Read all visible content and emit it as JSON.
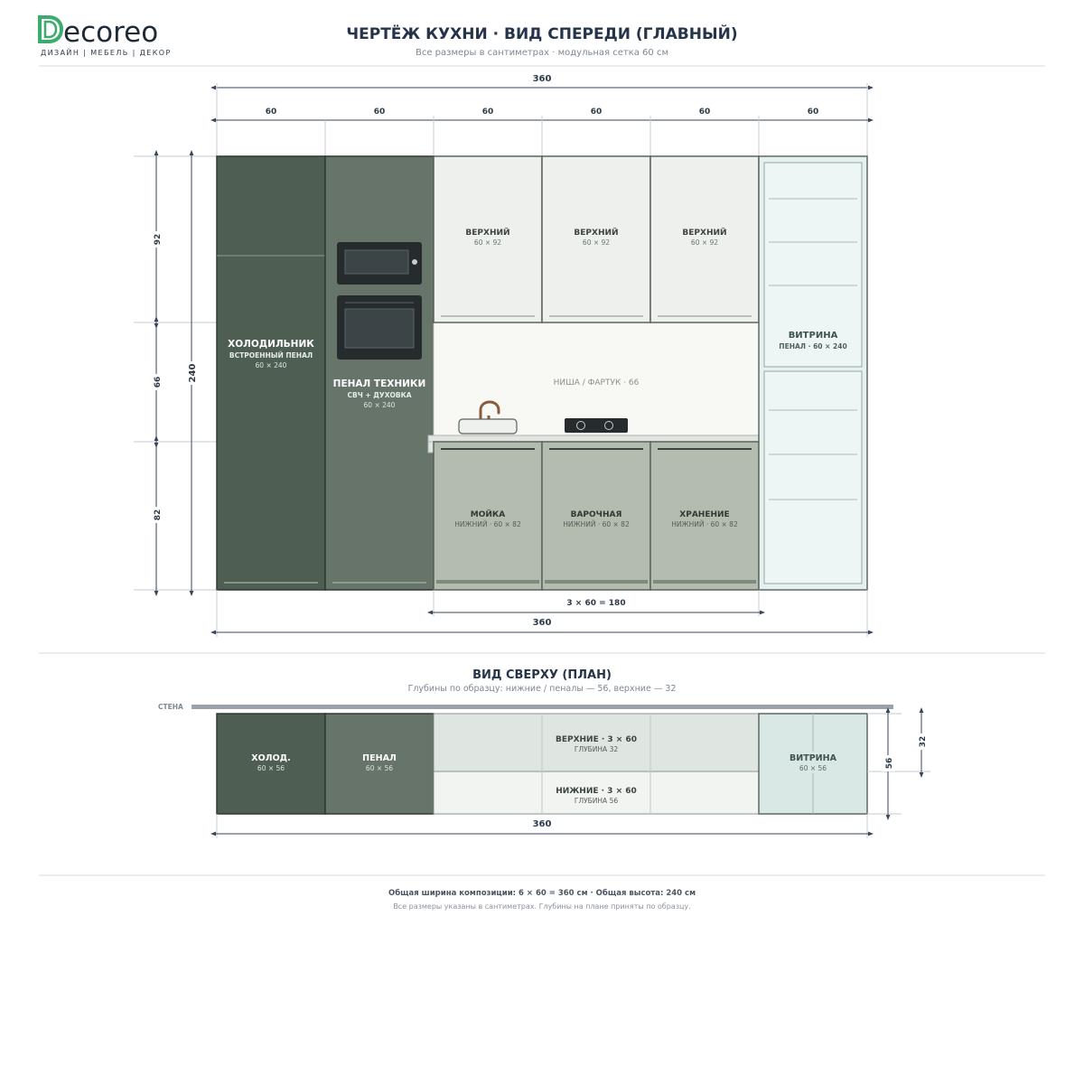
{
  "brand": {
    "name": "ecoreo",
    "tagline": "ДИЗАЙН | МЕБЕЛЬ | ДЕКОР",
    "accent_color": "#3daa6e",
    "text_color": "#1e2a36"
  },
  "header": {
    "title": "ЧЕРТЁЖ КУХНИ · ВИД СПЕРЕДИ (ГЛАВНЫЙ)",
    "subtitle": "Все размеры в сантиметрах · модульная сетка 60 см"
  },
  "front_view": {
    "overall_width_top": "360",
    "module_widths": [
      "60",
      "60",
      "60",
      "60",
      "60",
      "60"
    ],
    "overall_height": "240",
    "section_heights": [
      "92",
      "66",
      "82"
    ],
    "tall_units": [
      {
        "name": "ХОЛОДИЛЬНИК",
        "sub": "ВСТРОЕННЫЙ ПЕНАЛ",
        "size": "60 × 240"
      },
      {
        "name": "ПЕНАЛ ТЕХНИКИ",
        "sub": "СВЧ + ДУХОВКА",
        "size": "60 × 240"
      }
    ],
    "upper_units": [
      {
        "name": "ВЕРХНИЙ",
        "size": "60 × 92"
      },
      {
        "name": "ВЕРХНИЙ",
        "size": "60 × 92"
      },
      {
        "name": "ВЕРХНИЙ",
        "size": "60 × 92"
      }
    ],
    "niche_label": "НИША / ФАРТУК · 66",
    "lower_units": [
      {
        "name": "МОЙКА",
        "size": "НИЖНИЙ · 60 × 82"
      },
      {
        "name": "ВАРОЧНАЯ",
        "size": "НИЖНИЙ · 60 × 82"
      },
      {
        "name": "ХРАНЕНИЕ",
        "size": "НИЖНИЙ · 60 × 82"
      }
    ],
    "showcase": {
      "name": "ВИТРИНА",
      "sub": "ПЕНАЛ · 60 × 240"
    },
    "lower_run_label": "3 × 60 = 180",
    "overall_width_bottom": "360"
  },
  "plan_view": {
    "title": "ВИД СВЕРХУ (ПЛАН)",
    "subtitle": "Глубины по образцу: нижние / пеналы — 56, верхние — 32",
    "wall_label": "СТЕНА",
    "blocks": {
      "fridge": {
        "name": "ХОЛОД.",
        "size": "60 × 56"
      },
      "tall": {
        "name": "ПЕНАЛ",
        "size": "60 × 56"
      },
      "uppers": {
        "name": "ВЕРХНИЕ · 3 × 60",
        "size": "ГЛУБИНА 32"
      },
      "lowers": {
        "name": "НИЖНИЕ · 3 × 60",
        "size": "ГЛУБИНА 56"
      },
      "showcase": {
        "name": "ВИТРИНА",
        "size": "60 × 56"
      }
    },
    "depth_lower": "56",
    "depth_upper": "32",
    "overall_width": "360"
  },
  "footer": {
    "summary": "Общая ширина композиции: 6 × 60 = 360 см · Общая высота: 240 см",
    "note": "Все размеры указаны в сантиметрах. Глубины на плане приняты по образцу."
  },
  "colors": {
    "fridge": "#4f5e53",
    "tall": "#66746a",
    "upper": "#eef0ed",
    "lower": "#b4bcb0",
    "niche": "#f8f8f4",
    "showcase": "#e6f1ef",
    "dim": "#3a4658",
    "line": "#c4cbd0"
  }
}
